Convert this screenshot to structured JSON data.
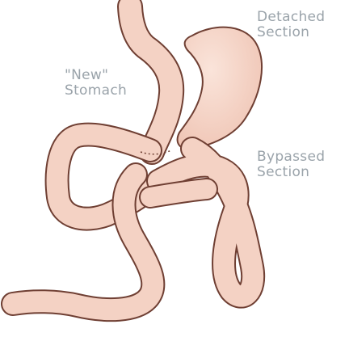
{
  "labels": {
    "detached_line1": "Detached",
    "detached_line2": "Section",
    "new_stomach_line1": "\"New\"",
    "new_stomach_line2": "Stomach",
    "bypassed_line1": "Bypassed",
    "bypassed_line2": "Section"
  },
  "colors": {
    "label_text": "#9aa3aa",
    "tissue_fill": "#f4d2c4",
    "tissue_outline": "#6f3f33"
  }
}
